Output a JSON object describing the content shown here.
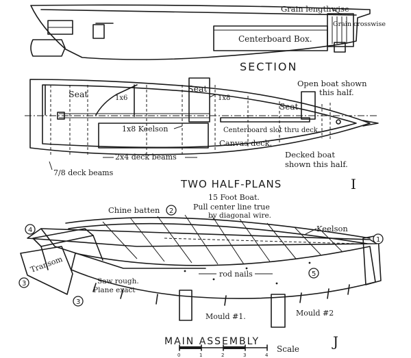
{
  "section": {
    "heading": "SECTION",
    "grain_lengthwise": "Grain lengthwise",
    "grain_crosswise": "Grain crosswise",
    "centerboard_box": "Centerboard Box."
  },
  "half_plans": {
    "seat_left": "Seat",
    "seat_mid": "Seat",
    "seat_right": "Seat",
    "board_1x6": "1x6",
    "board_1x8": "1x8",
    "keelson": "1x8 Keelson",
    "centerboard_slot": "Centerboard slot thru deck.",
    "canvas_deck": "Canvas deck.",
    "deck_beams_2x4": "2x4 deck beams",
    "deck_beams_7_8": "7/8 deck beams",
    "open_boat_line1": "Open boat shown",
    "open_boat_line2": "this half.",
    "decked_boat_line1": "Decked boat",
    "decked_boat_line2": "shown this half.",
    "title": "TWO HALF-PLANS",
    "subtitle": "15 Foot Boat.",
    "plate_number": "I"
  },
  "assembly": {
    "chine_batten": "Chine batten",
    "pull_line1": "Pull center line true",
    "pull_line2": "by diagonal wire.",
    "keelson": "Keelson",
    "transom": "Transom",
    "rod_nails": "rod nails",
    "saw_line1": "Saw rough.",
    "saw_line2": "Plane exact",
    "mould_1": "Mould #1.",
    "mould_2": "Mould #2",
    "callouts": [
      "1",
      "2",
      "3",
      "3",
      "4",
      "5"
    ],
    "title": "MAIN ASSEMBLY",
    "scale_label": "Scale",
    "scale_ticks": [
      "0",
      "1",
      "2",
      "3",
      "4"
    ],
    "plate_number": "J"
  }
}
